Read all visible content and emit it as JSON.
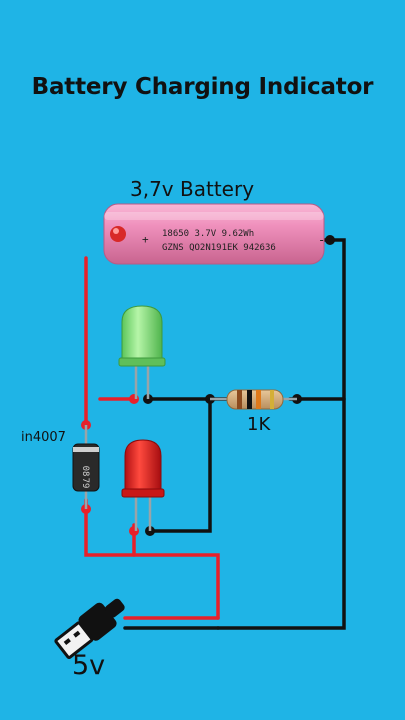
{
  "title": "Battery Charging Indicator",
  "battery": {
    "label": "3,7v Battery",
    "print_top": "18650     3.7V    9.62Wh",
    "print_bottom": "GZNS   QO2N191EK   942636",
    "plus": "+",
    "minus": "-"
  },
  "resistor": {
    "label": "1K"
  },
  "diode": {
    "label": "in4007",
    "mark_top": "08",
    "mark_bottom": "79"
  },
  "supply": {
    "label": "5v"
  },
  "colors": {
    "background": "#1fb4e6",
    "battery_body": "#f091bd",
    "wire_positive": "#e8202a",
    "wire_negative": "#111111",
    "led_green": "#7fe07a",
    "led_red": "#e02020"
  }
}
